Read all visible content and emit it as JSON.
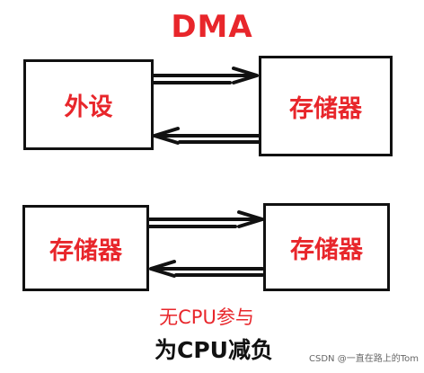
{
  "title": "DMA",
  "top_row": {
    "left_box": "外设",
    "right_box": "存储器"
  },
  "bottom_row": {
    "left_box": "存储器",
    "right_box": "存储器"
  },
  "note": "无CPU参与",
  "footer": "为CPU减负",
  "watermark": "CSDN @一直在路上的Tom",
  "colors": {
    "accent": "#e8262b",
    "border": "#111111",
    "text": "#111111"
  }
}
